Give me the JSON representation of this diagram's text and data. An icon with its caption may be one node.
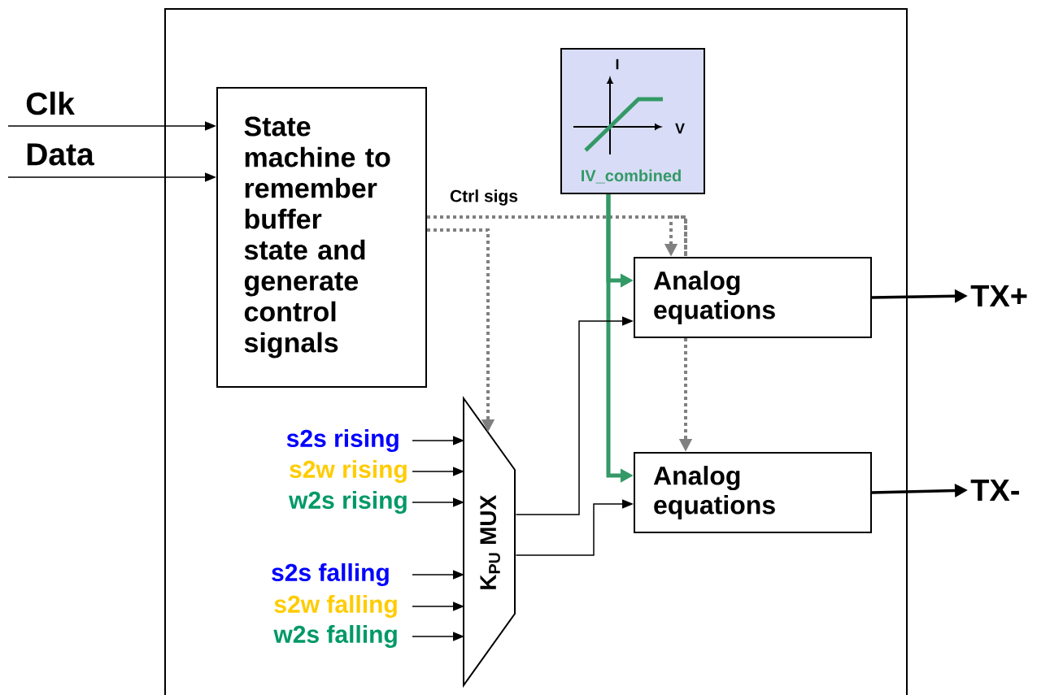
{
  "diagram": {
    "nodes": [
      {
        "text": [],
        "shape": "box"
      },
      {
        "text": [
          "State machine to remember buffer state and generate control signals"
        ],
        "in": 0
      },
      {
        "text": [
          "I",
          "V",
          "IV_combined"
        ],
        "in": 0
      },
      {
        "text": [
          "Analog equations"
        ],
        "in": 0
      },
      {
        "text": [
          "Analog equations"
        ],
        "in": 0
      },
      {
        "text": [
          "K$_{PU}$ MUX"
        ],
        "in": 0
      },
      {
        "text": [
          "s2s rising"
        ],
        "in": 0
      },
      {
        "text": [
          "s2w rising"
        ],
        "in": 0
      },
      {
        "text": [
          "w2s rising"
        ],
        "in": 0
      },
      {
        "text": [
          "s2s falling"
        ],
        "in": 0
      },
      {
        "text": [
          "s2w falling"
        ],
        "in": 0
      },
      {
        "text": [
          "w2s falling"
        ],
        "in": 0
      },
      {
        "text": [
          "TX+"
        ]
      },
      {
        "text": [
          "TX-"
        ]
      }
    ],
    "edges": [
      {
        "from": null,
        "to": 1,
        "arrow": "to",
        "label": "Clk"
      },
      {
        "from": null,
        "to": 1,
        "arrow": "to",
        "label": "Data"
      },
      {
        "from": 1,
        "to": 3,
        "arrow": "to",
        "label": "Ctrl sigs",
        "style": "dashed",
        "color": "#808080"
      },
      {
        "from": 1,
        "to": 5,
        "arrow": "to",
        "style": "dashed",
        "color": "#808080"
      },
      {
        "from": 3,
        "to": 4,
        "arrow": "to",
        "style": "dashed",
        "color": "#808080"
      },
      {
        "from": 2,
        "to": 3,
        "arrow": "to",
        "style": "thick",
        "color": "#339966"
      },
      {
        "from": 2,
        "to": 4,
        "arrow": "to",
        "style": "thick",
        "color": "#339966"
      },
      {
        "from": 5,
        "to": 3,
        "arrow": "to"
      },
      {
        "from": 5,
        "to": 4,
        "arrow": "to"
      },
      {
        "from": 6,
        "to": 5,
        "arrow": "to"
      },
      {
        "from": 7,
        "to": 5,
        "arrow": "to"
      },
      {
        "from": 8,
        "to": 5,
        "arrow": "to"
      },
      {
        "from": 9,
        "to": 5,
        "arrow": "to"
      },
      {
        "from": 10,
        "to": 5,
        "arrow": "to"
      },
      {
        "from": 11,
        "to": 5,
        "arrow": "to"
      },
      {
        "from": 3,
        "to": 12,
        "arrow": "to",
        "style": "thick"
      },
      {
        "from": 4,
        "to": 13,
        "arrow": "to",
        "style": "thick"
      }
    ]
  }
}
